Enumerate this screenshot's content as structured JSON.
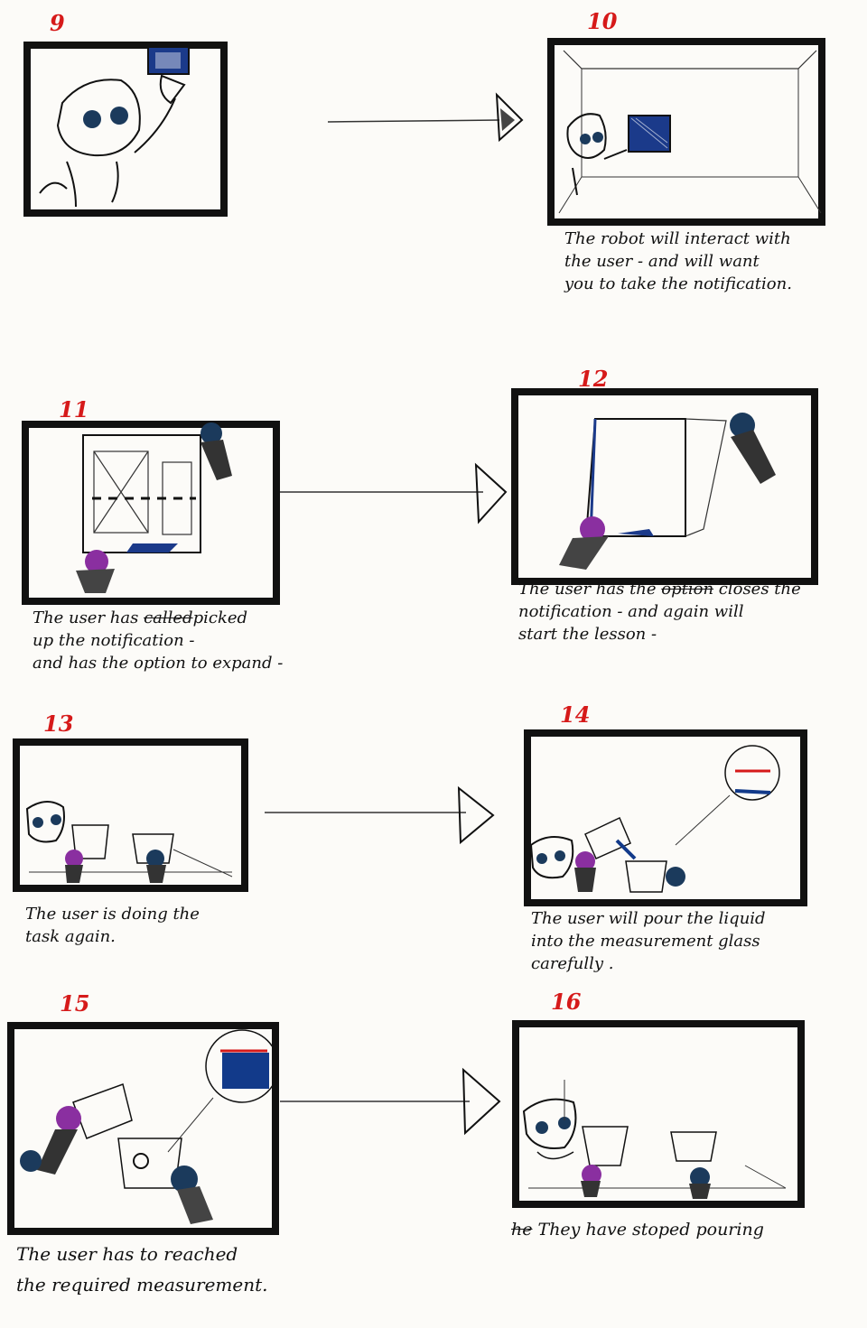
{
  "panels": [
    {
      "number": "9",
      "caption": ""
    },
    {
      "number": "10",
      "caption": "The robot will interact with\nthe user - and will want\nyou to take the notification."
    },
    {
      "number": "11",
      "caption_struck": "called",
      "caption_prefix": "The user has ",
      "caption": "picked\nup the notification -\nand has the option to expand -"
    },
    {
      "number": "12",
      "caption_prefix": "The user has the ",
      "caption_struck": "option",
      "caption": " closes the\nnotification - and again will\nstart the lesson -"
    },
    {
      "number": "13",
      "caption": "The user is doing the\ntask again."
    },
    {
      "number": "14",
      "caption": "The user will pour the liquid\ninto the measurement glass\ncarefully ."
    },
    {
      "number": "15",
      "caption": "The user has to reached\nthe required measurement."
    },
    {
      "number": "16",
      "caption_struck": "he",
      "caption": " They have stoped pouring"
    }
  ],
  "colors": {
    "ink": "#111111",
    "red": "#d61a1a",
    "blue": "#123a8a",
    "purple": "#8a2fa0",
    "navy": "#1b3a5c"
  }
}
